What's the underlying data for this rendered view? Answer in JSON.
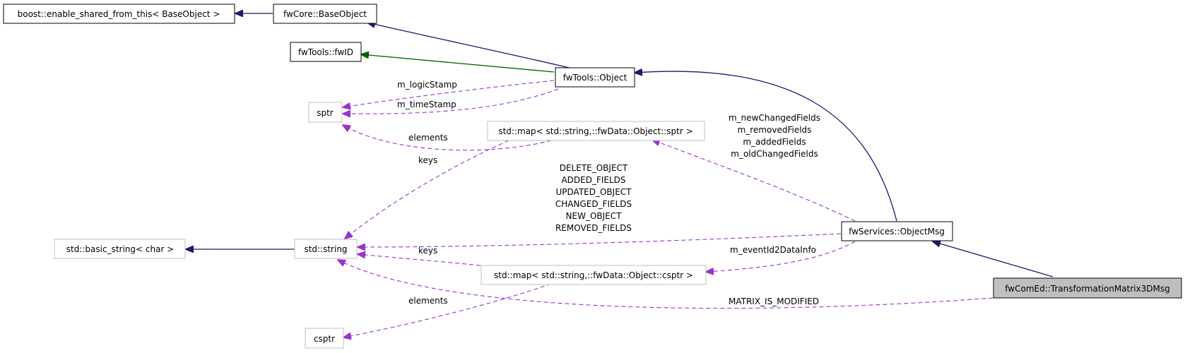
{
  "nodes": {
    "boost_esft": "boost::enable_shared_from_this< BaseObject >",
    "fwcore_baseobject": "fwCore::BaseObject",
    "fwtools_fwid": "fwTools::fwID",
    "fwtools_object": "fwTools::Object",
    "sptr": "sptr",
    "map_sptr": "std::map< std::string,::fwData::Object::sptr >",
    "std_basic_string": "std::basic_string< char >",
    "std_string": "std::string",
    "fwservices_objectmsg": "fwServices::ObjectMsg",
    "map_csptr": "std::map< std::string,::fwData::Object::csptr >",
    "fwcomed_matrix": "fwComEd::TransformationMatrix3DMsg",
    "csptr": "csptr"
  },
  "edge_labels": {
    "logic_stamp": "m_logicStamp",
    "time_stamp": "m_timeStamp",
    "elements_sptr": "elements",
    "keys_map_sptr": "keys",
    "changed_fields": [
      "m_newChangedFields",
      "m_removedFields",
      "m_addedFields",
      "m_oldChangedFields"
    ],
    "event_constants": [
      "DELETE_OBJECT",
      "ADDED_FIELDS",
      "UPDATED_OBJECT",
      "CHANGED_FIELDS",
      "NEW_OBJECT",
      "REMOVED_FIELDS"
    ],
    "keys_map_csptr": "keys",
    "event_id_info": "m_eventId2DataInfo",
    "elements_csptr": "elements",
    "matrix_modified": "MATRIX_IS_MODIFIED"
  },
  "colors": {
    "inheritance": "#191970",
    "public_inheritance_alt": "#006400",
    "usage": "#9a32cd",
    "focus_fill": "#bfbfbf",
    "grey_border": "#bfbfbf"
  }
}
